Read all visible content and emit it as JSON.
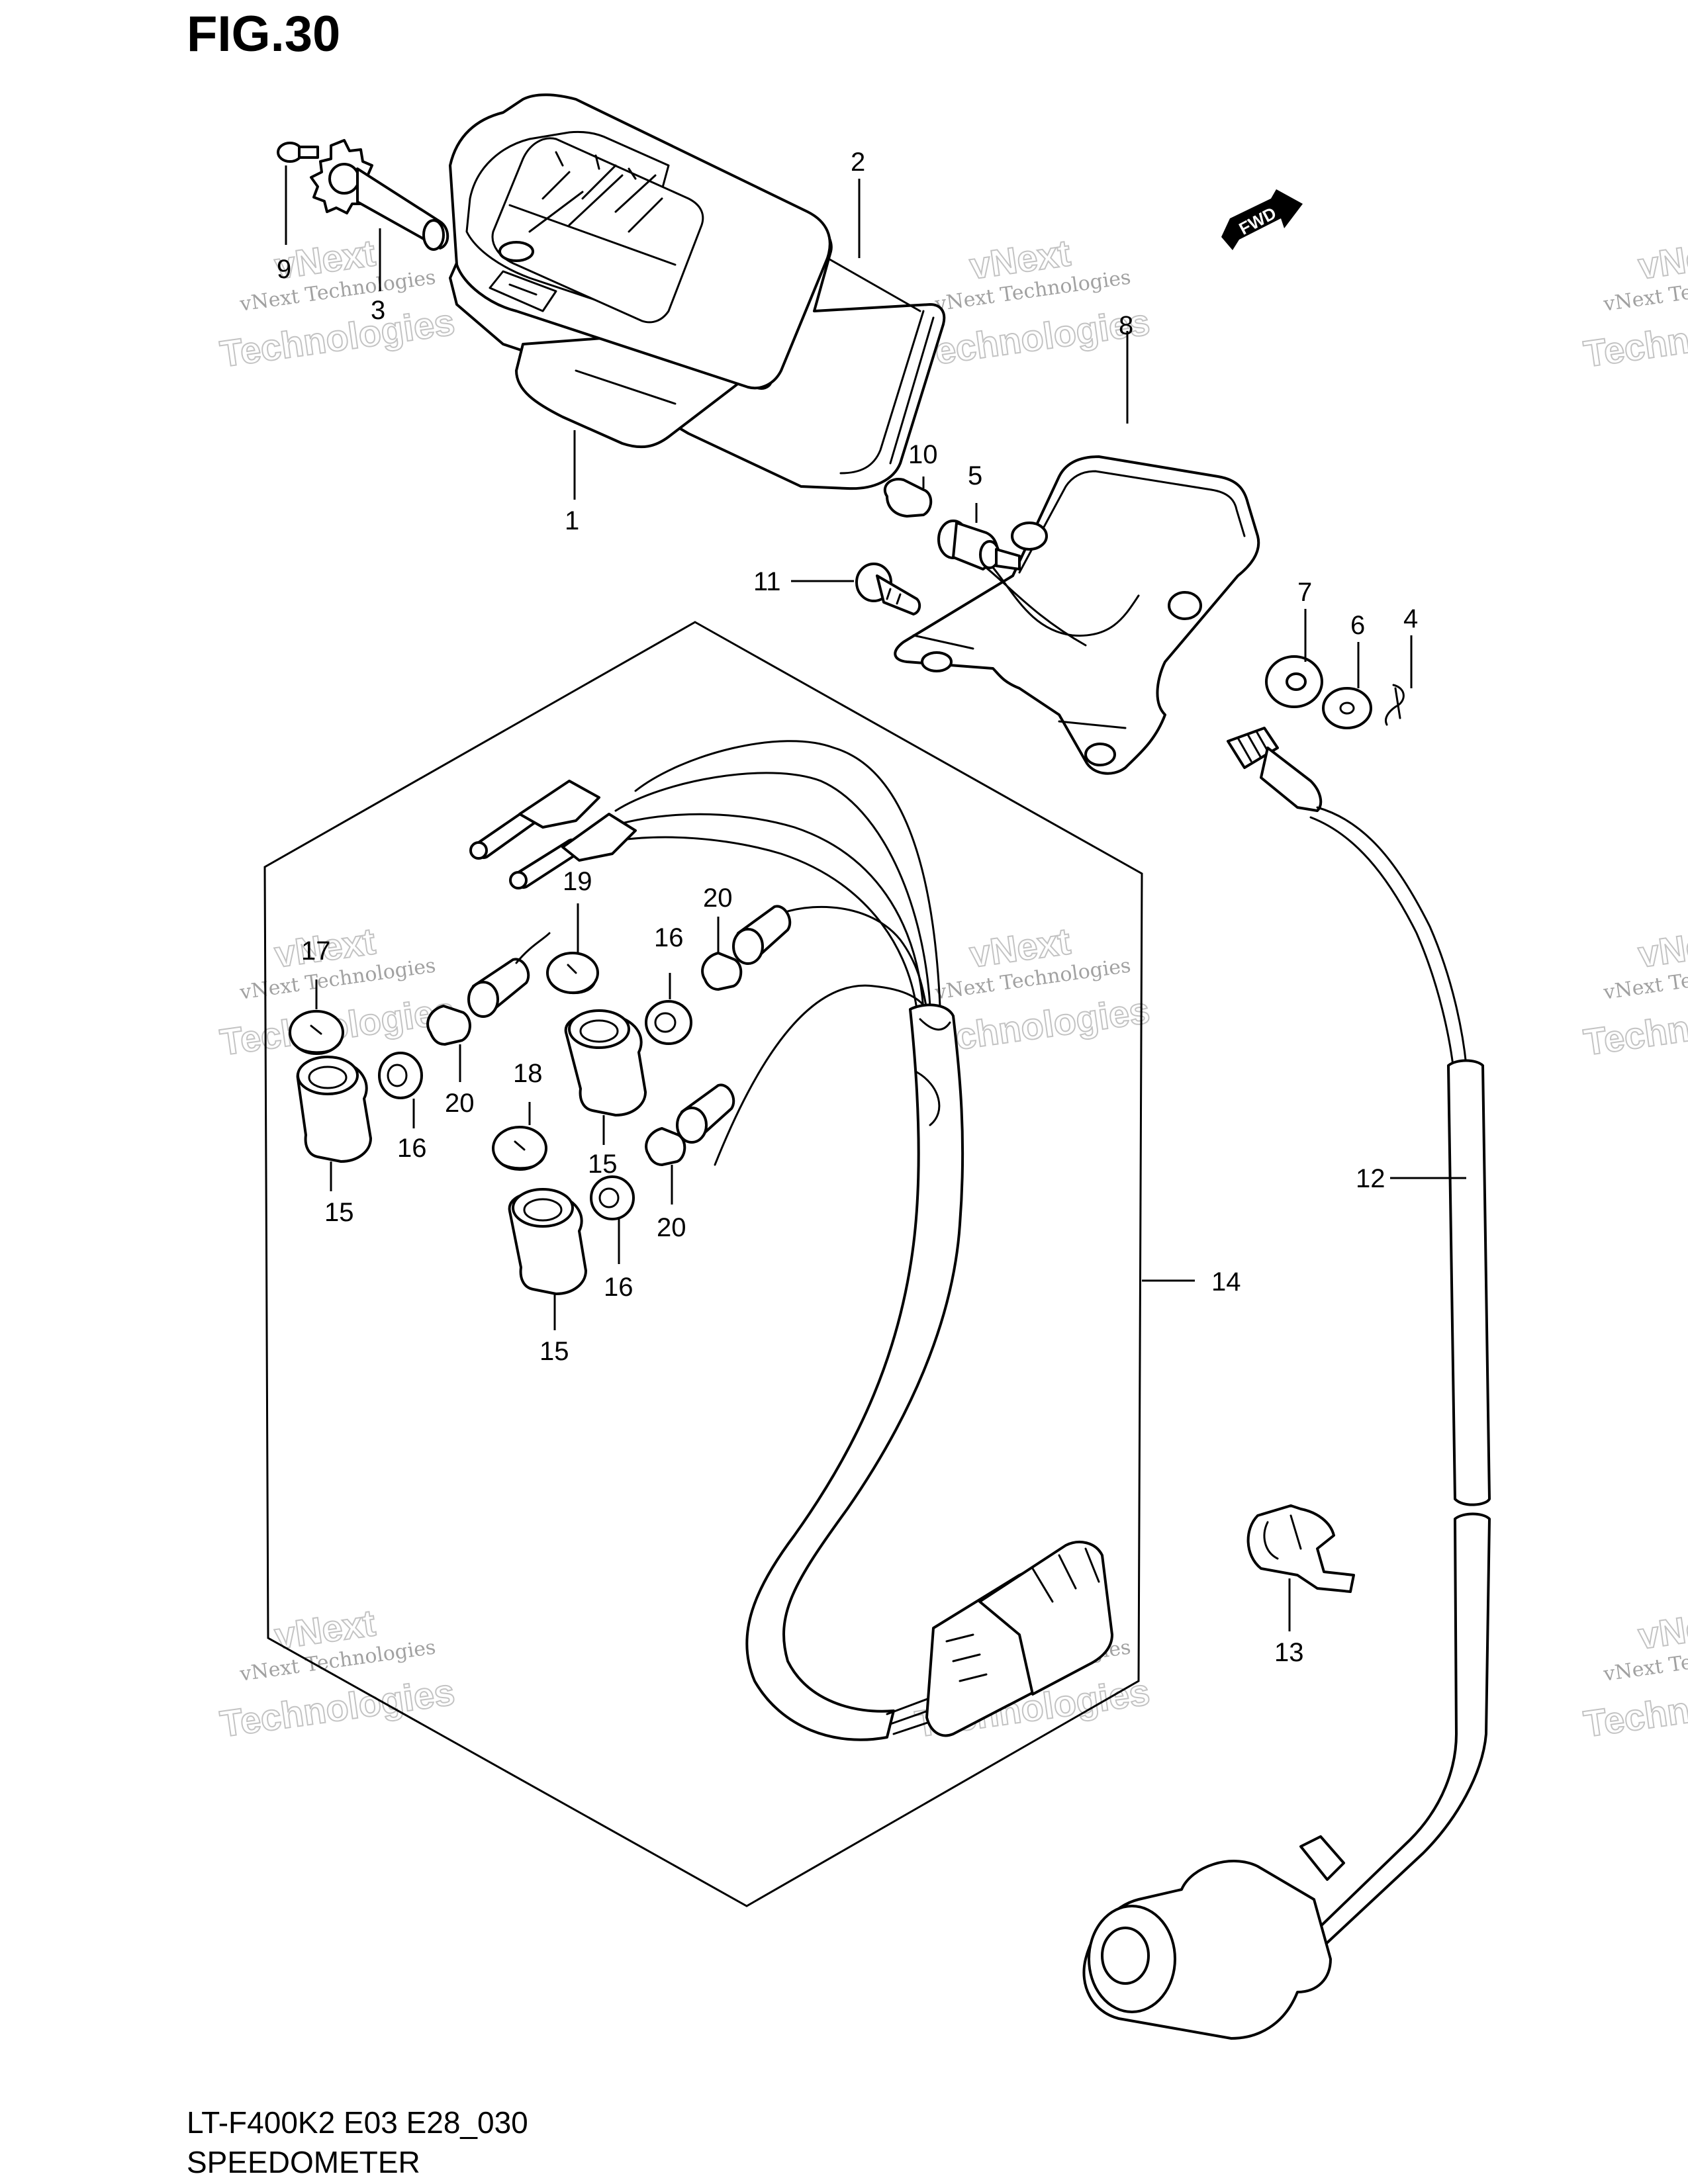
{
  "figure": {
    "title": "FIG.30",
    "code": "LT-F400K2 E03 E28_030",
    "name": "SPEEDOMETER",
    "direction_badge": "FWD"
  },
  "watermark": {
    "line1": "vNext Technologies",
    "line2": "vNext",
    "line3": "Technologies"
  },
  "callouts": [
    "1",
    "2",
    "3",
    "4",
    "5",
    "6",
    "7",
    "8",
    "9",
    "10",
    "11",
    "12",
    "13",
    "14",
    "15",
    "15",
    "15",
    "16",
    "16",
    "16",
    "17",
    "18",
    "19",
    "20",
    "20",
    "20"
  ]
}
